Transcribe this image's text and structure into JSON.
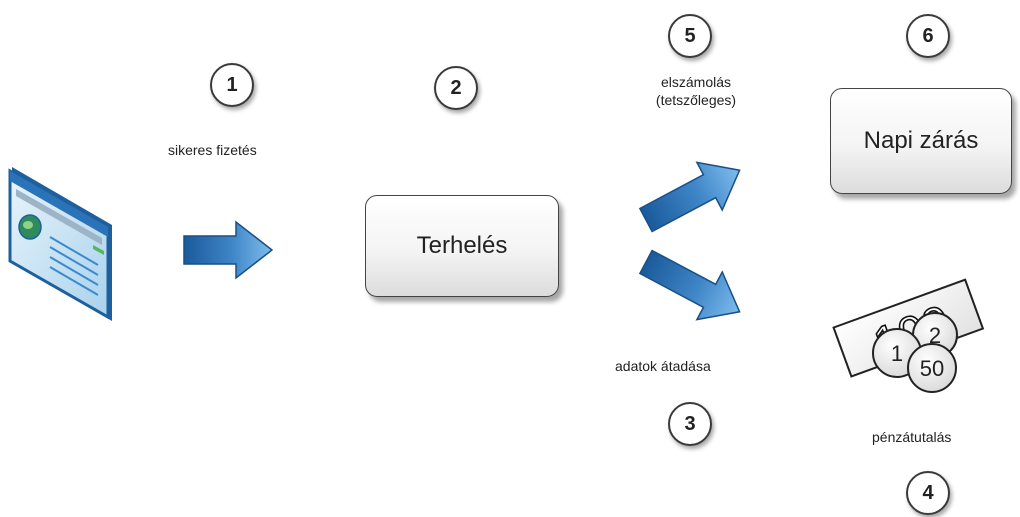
{
  "steps": {
    "step1": "1",
    "step2": "2",
    "step3": "3",
    "step4": "4",
    "step5": "5",
    "step6": "6"
  },
  "labels": {
    "successful_payment": "sikeres fizetés",
    "settlement_line1": "elszámolás",
    "settlement_line2": "(tetszőleges)",
    "data_transfer": "adatok átadása",
    "money_transfer": "pénzátutalás"
  },
  "boxes": {
    "charge": "Terhelés",
    "daily_close": "Napi zárás"
  },
  "money_illustration": {
    "banknote": "100",
    "coin_a": "1",
    "coin_b": "2",
    "coin_c": "50"
  },
  "colors": {
    "arrow_light": "#6fb0e6",
    "arrow_dark": "#1a5a9a",
    "browser_blue": "#2b73b8"
  }
}
